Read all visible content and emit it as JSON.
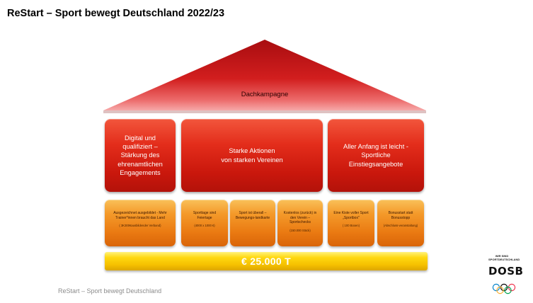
{
  "slide": {
    "title": "ReStart – Sport bewegt Deutschland  2022/23",
    "footer": "ReStart – Sport bewegt Deutschland"
  },
  "roof": {
    "label": "Dachkampagne"
  },
  "pillars": [
    {
      "text": "Digital und\nqualifiziert –\nStärkung des\nehrenamtlichen\nEngagements"
    },
    {
      "text": "Starke Aktionen\nvon starken Vereinen"
    },
    {
      "text": "Aller Anfang ist leicht -\nSportliche\nEinstiegsangebote"
    }
  ],
  "blocks": [
    {
      "text": "Ausgezeichnet ausgebildet - Mehr\nTrainer*innen braucht das Land",
      "sub": "( 3K300€ausbildender Verband)"
    },
    {
      "text": "Sporttage sind\nFeiertage",
      "sub": "(4000 x 1000 €)"
    },
    {
      "text": "Sport ist überall –\nBewegungs-landkarte",
      "sub": ""
    },
    {
      "text": "Kostenlos (zurück) in\nden Verein –\nSportschecks",
      "sub": "(150.000 Stück)"
    },
    {
      "text": "Eine Kiste voller Sport\n„Sportbox\"",
      "sub": "( 100 Boxen)"
    },
    {
      "text": "Bonusstart statt\nBonusstopp",
      "sub": "(Abschluss-veranstaltung)"
    }
  ],
  "base": {
    "label": "€ 25.000 T"
  },
  "logo": {
    "tagline": "WIR SIND\nSPORTDEUTSCHLAND",
    "wordmark": "DOSB"
  },
  "colors": {
    "roof": "#c41515",
    "pillar": "#e32d1b",
    "block": "#f08c1e",
    "base": "#ffd000"
  }
}
